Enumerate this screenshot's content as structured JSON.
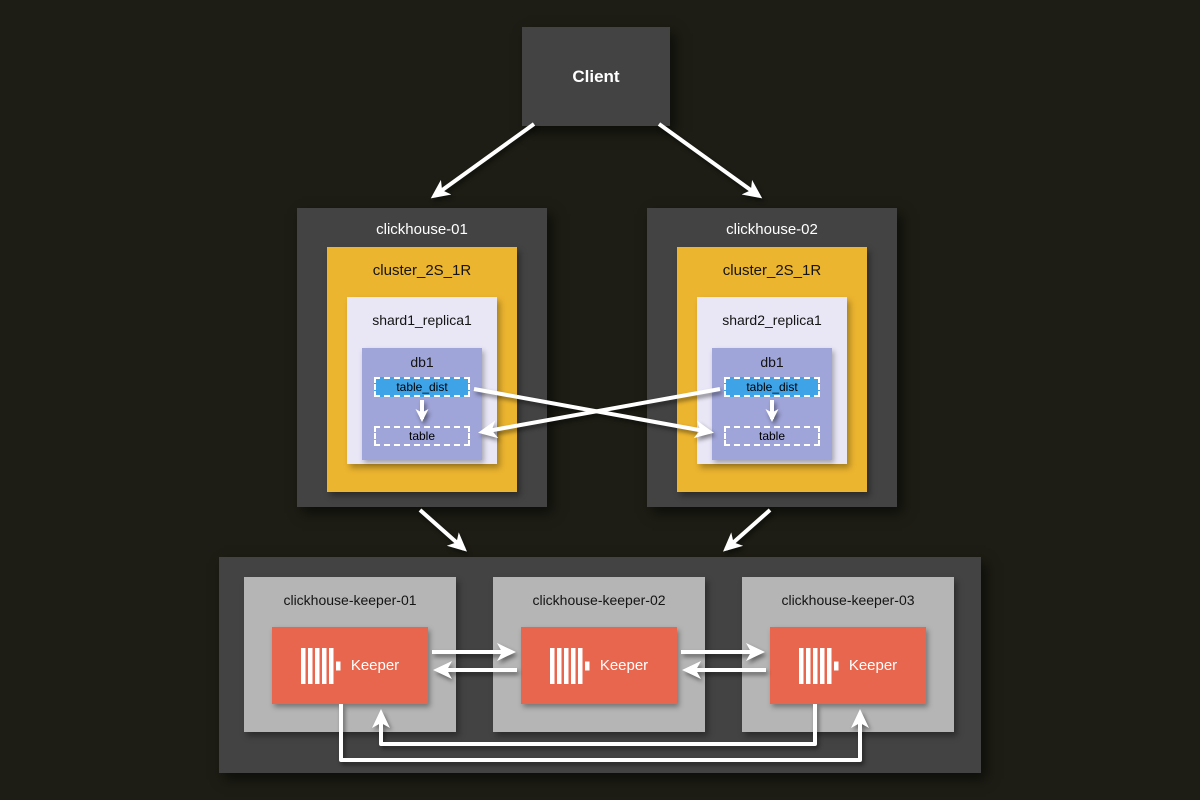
{
  "client": {
    "label": "Client"
  },
  "nodes": [
    {
      "name": "clickhouse-01",
      "cluster": "cluster_2S_1R",
      "shard": "shard1_replica1",
      "db": "db1",
      "dist_table": "table_dist",
      "local_table": "table"
    },
    {
      "name": "clickhouse-02",
      "cluster": "cluster_2S_1R",
      "shard": "shard2_replica1",
      "db": "db1",
      "dist_table": "table_dist",
      "local_table": "table"
    }
  ],
  "keeper_cluster": {
    "nodes": [
      {
        "name": "clickhouse-keeper-01",
        "service": "Keeper"
      },
      {
        "name": "clickhouse-keeper-02",
        "service": "Keeper"
      },
      {
        "name": "clickhouse-keeper-03",
        "service": "Keeper"
      }
    ]
  },
  "icons": {
    "keeper_logo": "clickhouse-bars-icon"
  },
  "colors": {
    "background": "#1d1d15",
    "box_dark": "#434343",
    "cluster_yellow": "#ecb52f",
    "shard_lavender": "#e9e7f6",
    "db_periwinkle": "#a0a5d9",
    "table_dist_blue": "#3fa3e8",
    "keeper_gray": "#b5b5b5",
    "keeper_red": "#e8664d",
    "arrow": "#ffffff"
  }
}
